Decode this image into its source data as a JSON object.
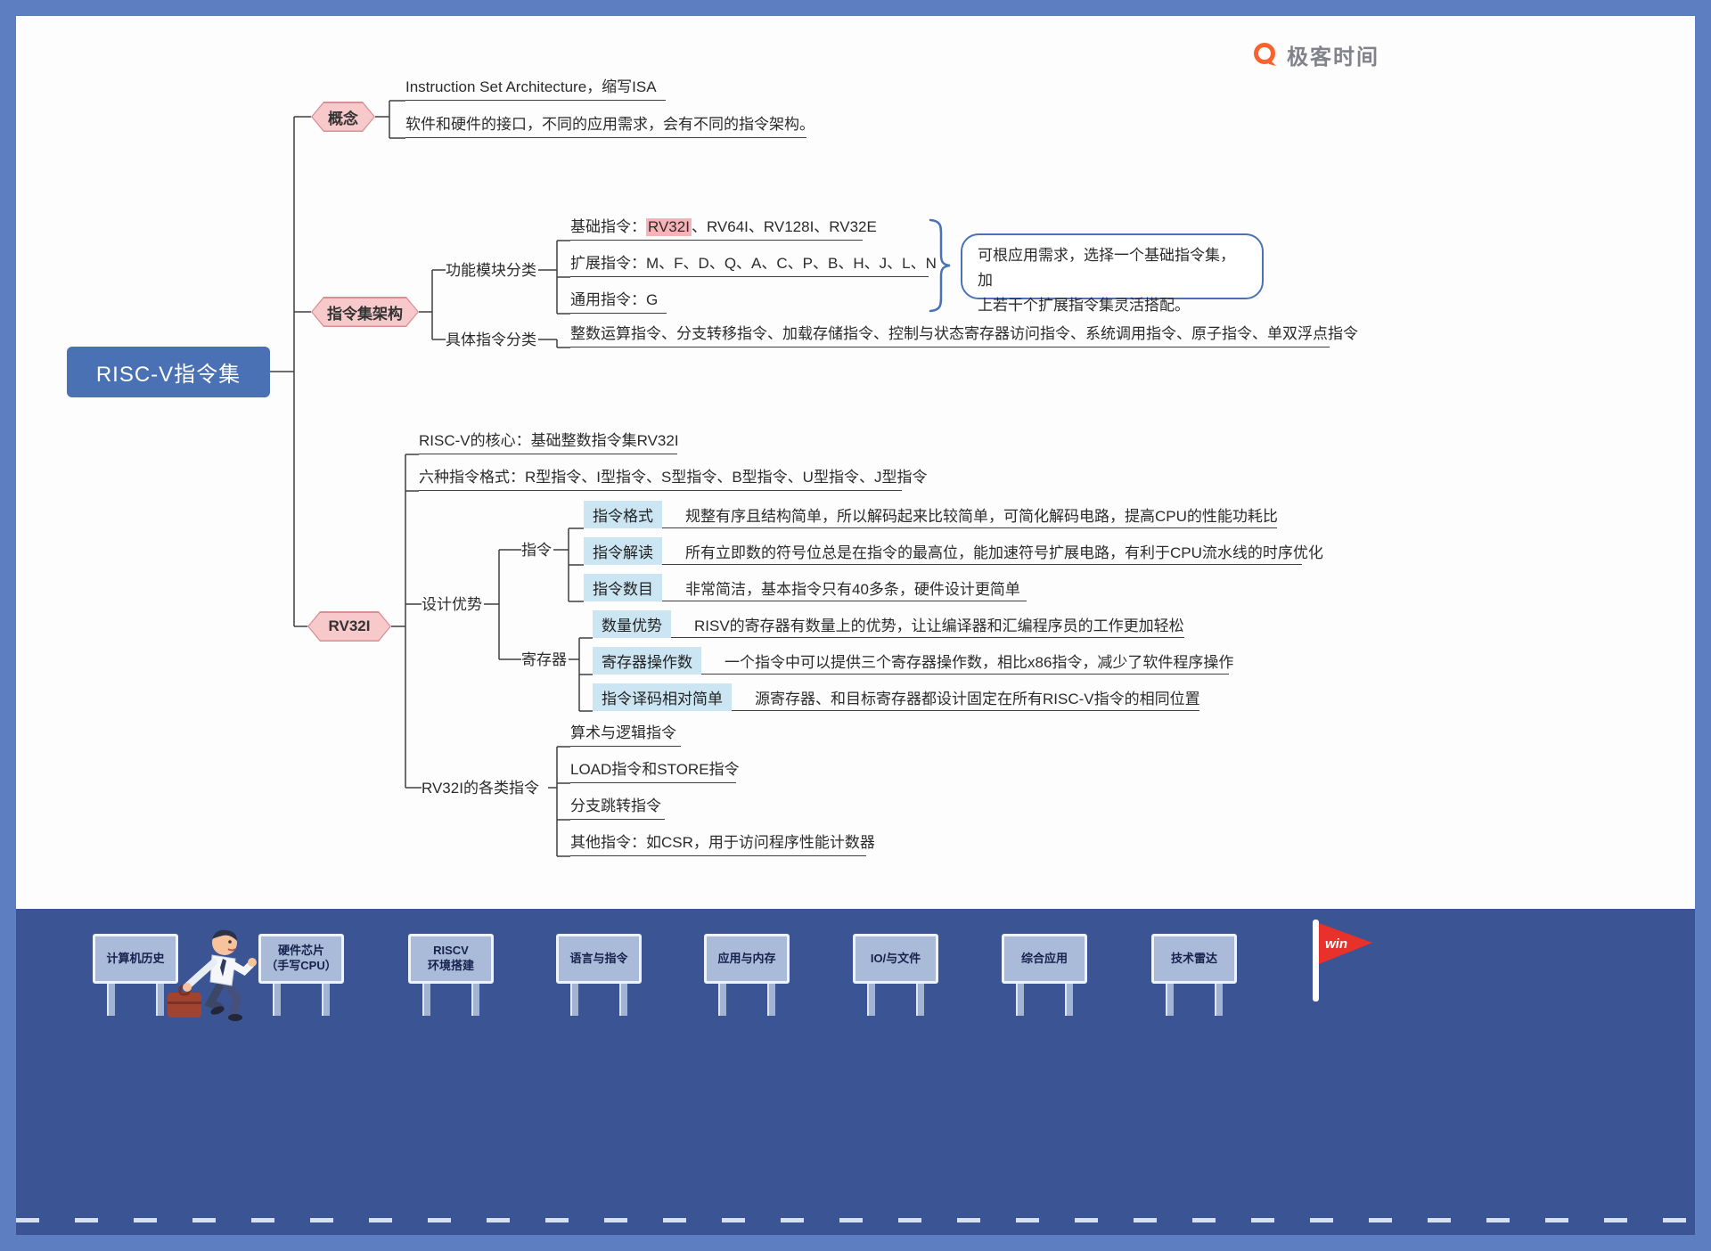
{
  "brand": {
    "name": "极客时间"
  },
  "mindmap": {
    "root": "RISC-V指令集",
    "concept": {
      "label": "概念",
      "item1": "Instruction Set Architecture，缩写ISA",
      "item2": "软件和硬件的接口，不同的应用需求，会有不同的指令架构。"
    },
    "isa": {
      "label": "指令集架构",
      "func_group": "功能模块分类",
      "base_prefix": "基础指令：",
      "base_highlight": "RV32I",
      "base_rest": "、RV64I、RV128I、RV32E",
      "extended": "扩展指令：M、F、D、Q、A、C、P、B、H、J、L、N",
      "general": "通用指令：G",
      "callout_line1": "可根应用需求，选择一个基础指令集，加",
      "callout_line2": "上若干个扩展指令集灵活搭配。",
      "specific_group": "具体指令分类",
      "specific_items": "整数运算指令、分支转移指令、加载存储指令、控制与状态寄存器访问指令、系统调用指令、原子指令、单双浮点指令"
    },
    "rv32i": {
      "label": "RV32I",
      "core": "RISC-V的核心：基础整数指令集RV32I",
      "formats": "六种指令格式：R型指令、I型指令、S型指令、B型指令、U型指令、J型指令",
      "design_label": "设计优势",
      "instr_label": "指令",
      "reg_label": "寄存器",
      "design_rows": [
        {
          "tag": "指令格式",
          "desc": "规整有序且结构简单，所以解码起来比较简单，可简化解码电路，提高CPU的性能功耗比"
        },
        {
          "tag": "指令解读",
          "desc": "所有立即数的符号位总是在指令的最高位，能加速符号扩展电路，有利于CPU流水线的时序优化"
        },
        {
          "tag": "指令数目",
          "desc": "非常简洁，基本指令只有40多条，硬件设计更简单"
        },
        {
          "tag": "数量优势",
          "desc": "RISV的寄存器有数量上的优势，让让编译器和汇编程序员的工作更加轻松"
        },
        {
          "tag": "寄存器操作数",
          "desc": "一个指令中可以提供三个寄存器操作数，相比x86指令，减少了软件程序操作"
        },
        {
          "tag": "指令译码相对简单",
          "desc": "源寄存器、和目标寄存器都设计固定在所有RISC-V指令的相同位置"
        }
      ],
      "categories_label": "RV32I的各类指令",
      "categories": [
        "算术与逻辑指令",
        "LOAD指令和STORE指令",
        "分支跳转指令",
        "其他指令：如CSR，用于访问程序性能计数器"
      ]
    }
  },
  "footer": {
    "signs": [
      "计算机历史",
      "硬件芯片\n（手写CPU）",
      "RISCV\n环境搭建",
      "语言与指令",
      "应用与内存",
      "IO/与文件",
      "综合应用",
      "技术雷达"
    ],
    "flag": "win"
  },
  "colors": {
    "frame": "#5d7ec0",
    "band": "#3a5494",
    "root_fill": "#4a71b4",
    "hex_fill": "#f7c9cb",
    "hex_border": "#d98f94",
    "accent_blue": "#4a72b8",
    "tag_blue": "#cbe6f2",
    "highlight_pink": "#f8b3b8",
    "flag_red": "#e8312a",
    "brand_orange": "#f6632e"
  }
}
